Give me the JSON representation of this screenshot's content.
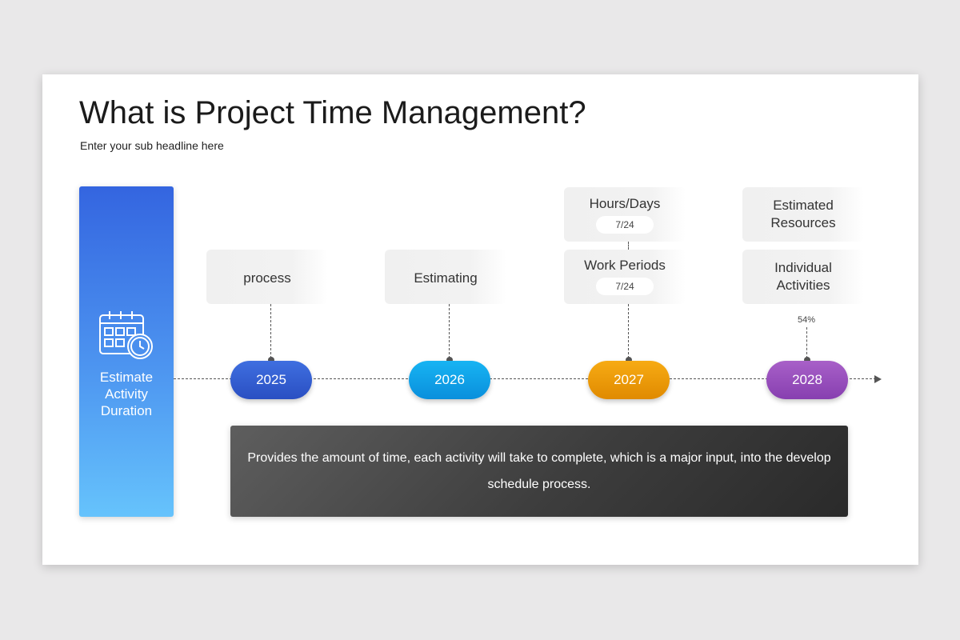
{
  "title": "What is Project Time Management?",
  "subtitle": "Enter your sub headline here",
  "side_panel": {
    "icon": "calendar-clock-icon",
    "label": "Estimate\nActivity\nDuration",
    "gradient": [
      "#3465e0",
      "#66c3fc"
    ]
  },
  "timeline": [
    {
      "year": "2025",
      "color_top": "#3f6fe0",
      "color_bottom": "#2a4fc2",
      "cards": [
        {
          "label": "process"
        }
      ]
    },
    {
      "year": "2026",
      "color_top": "#17b4f3",
      "color_bottom": "#0a8fdc",
      "cards": [
        {
          "label": "Estimating"
        }
      ]
    },
    {
      "year": "2027",
      "color_top": "#f7ab14",
      "color_bottom": "#e08a00",
      "cards": [
        {
          "label": "Hours/Days",
          "value": "7/24"
        },
        {
          "label": "Work Periods",
          "value": "7/24"
        }
      ]
    },
    {
      "year": "2028",
      "color_top": "#a860c8",
      "color_bottom": "#873fb0",
      "cards": [
        {
          "label": "Estimated\nResources"
        },
        {
          "label": "Individual\nActivities"
        }
      ],
      "note": "54%"
    }
  ],
  "description": "Provides the amount of time, each activity will take to complete, which is a major input, into the develop schedule process."
}
